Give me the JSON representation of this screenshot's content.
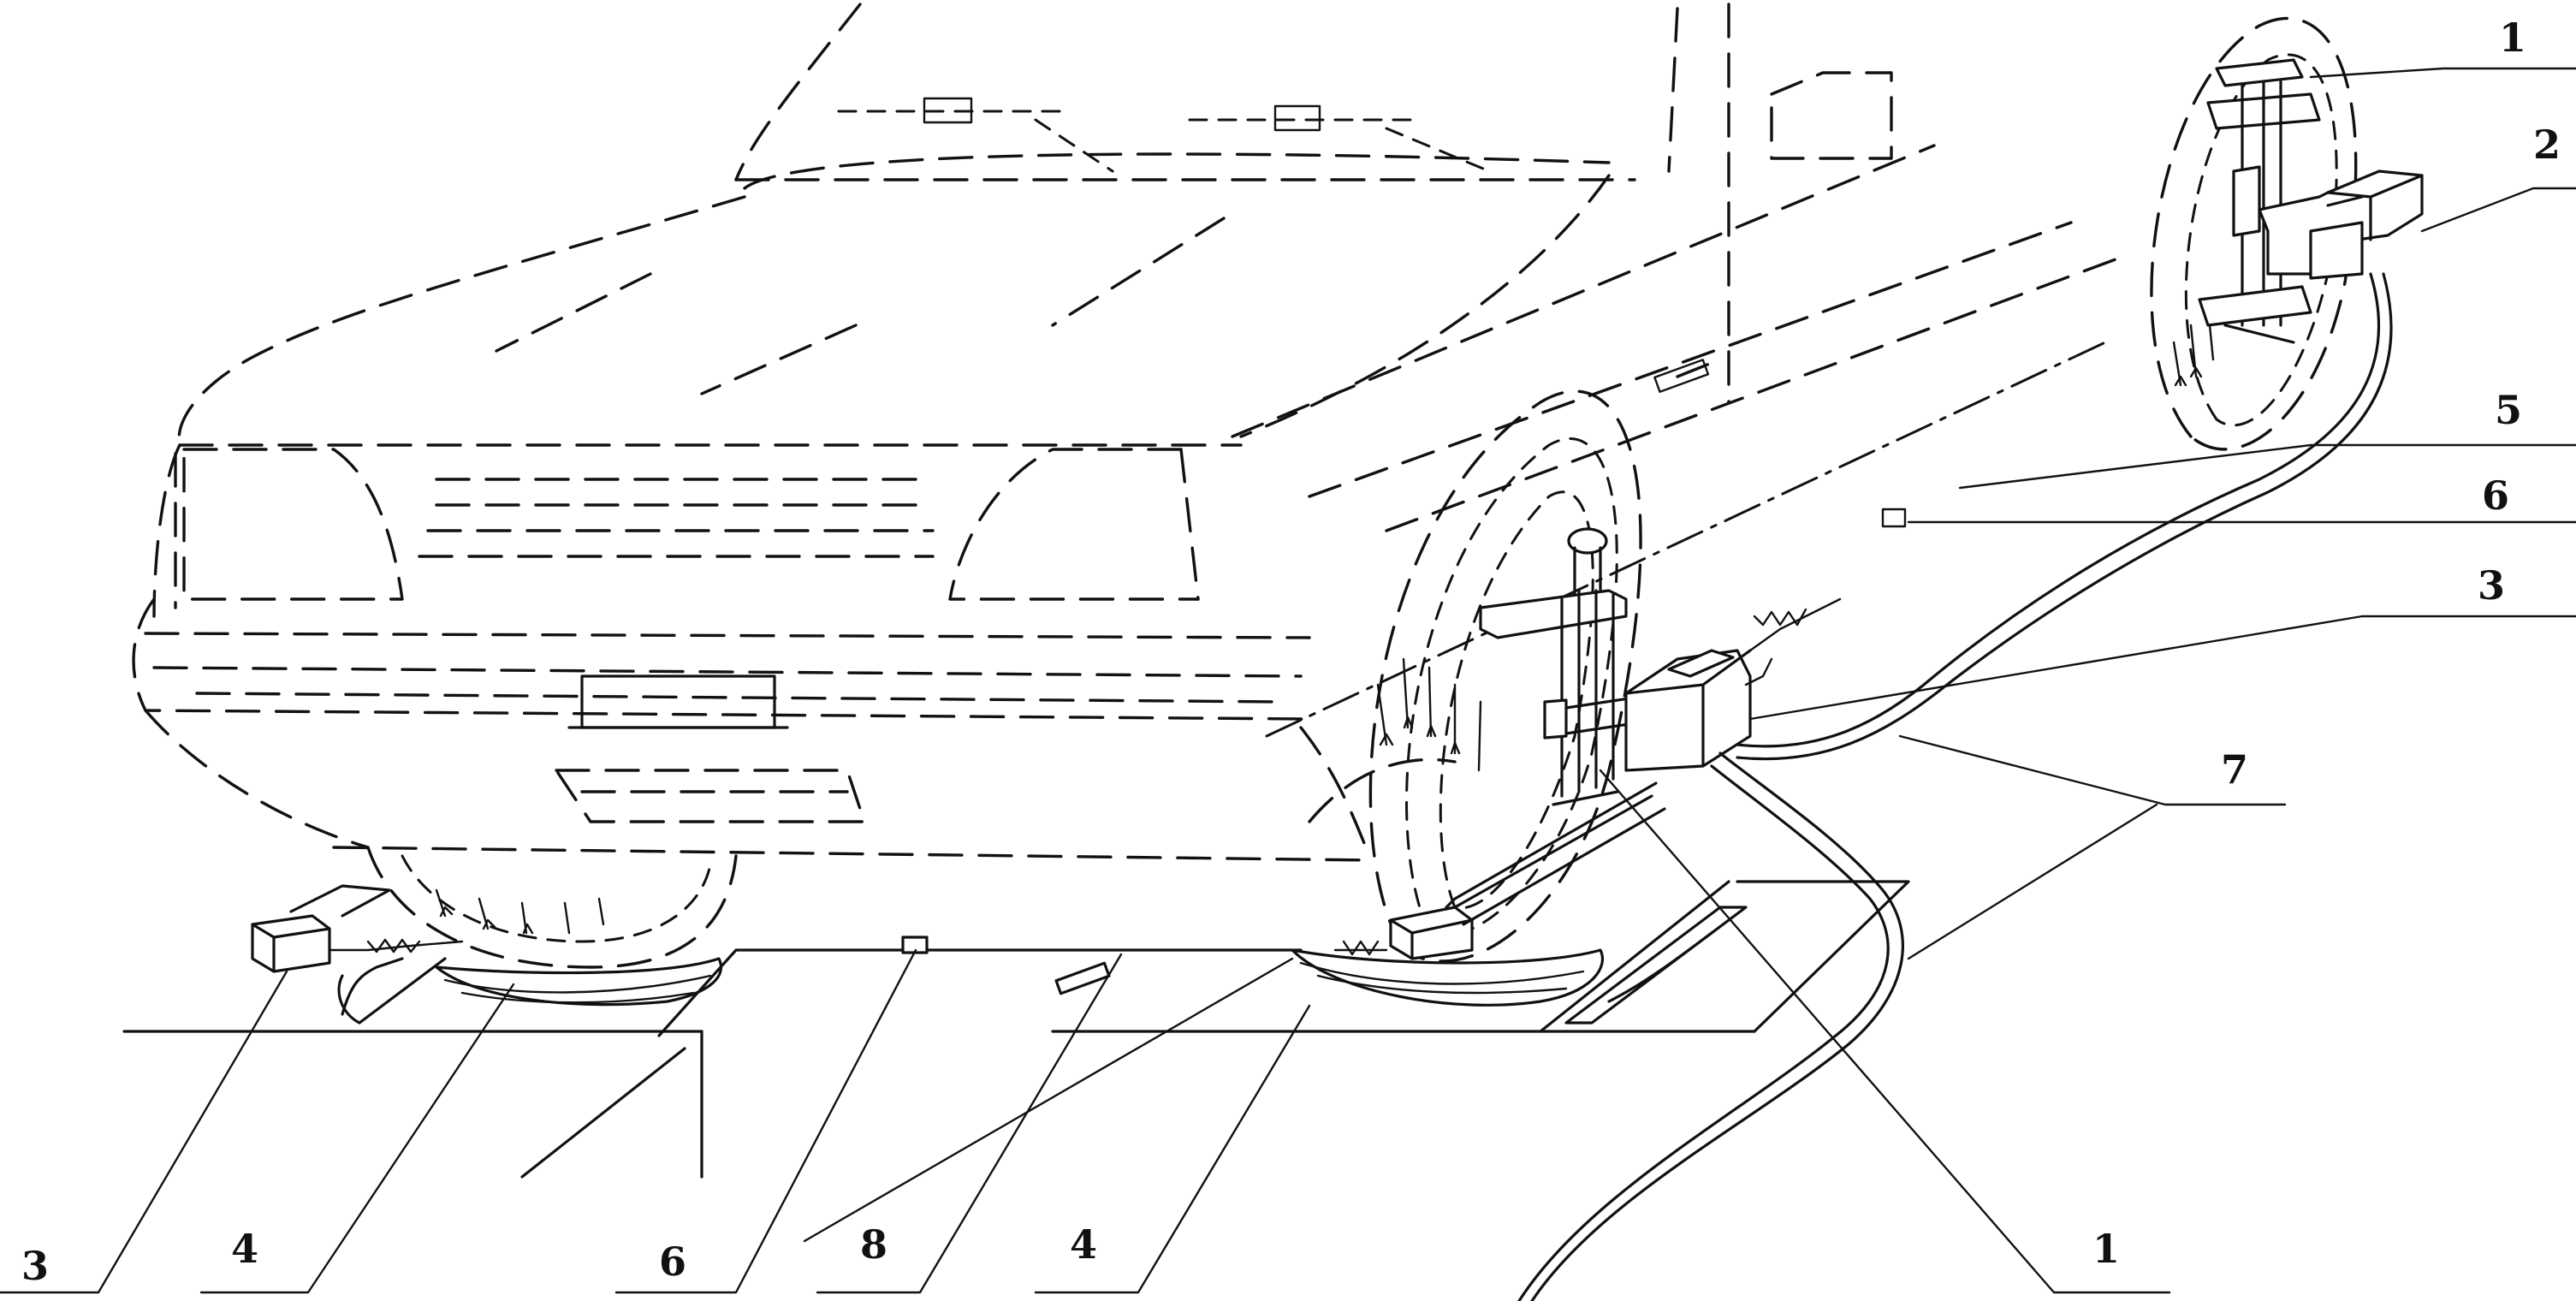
{
  "callouts": [
    {
      "id": "c1_top",
      "text": "1"
    },
    {
      "id": "c2_top",
      "text": "2"
    },
    {
      "id": "c5",
      "text": "5"
    },
    {
      "id": "c6_right",
      "text": "6"
    },
    {
      "id": "c3_right",
      "text": "3"
    },
    {
      "id": "c7",
      "text": "7"
    },
    {
      "id": "c3_bottom",
      "text": "3"
    },
    {
      "id": "c4_left",
      "text": "4"
    },
    {
      "id": "c6_bottom",
      "text": "6"
    },
    {
      "id": "c8",
      "text": "8"
    },
    {
      "id": "c4_mid",
      "text": "4"
    },
    {
      "id": "c1_bottom",
      "text": "1"
    }
  ]
}
